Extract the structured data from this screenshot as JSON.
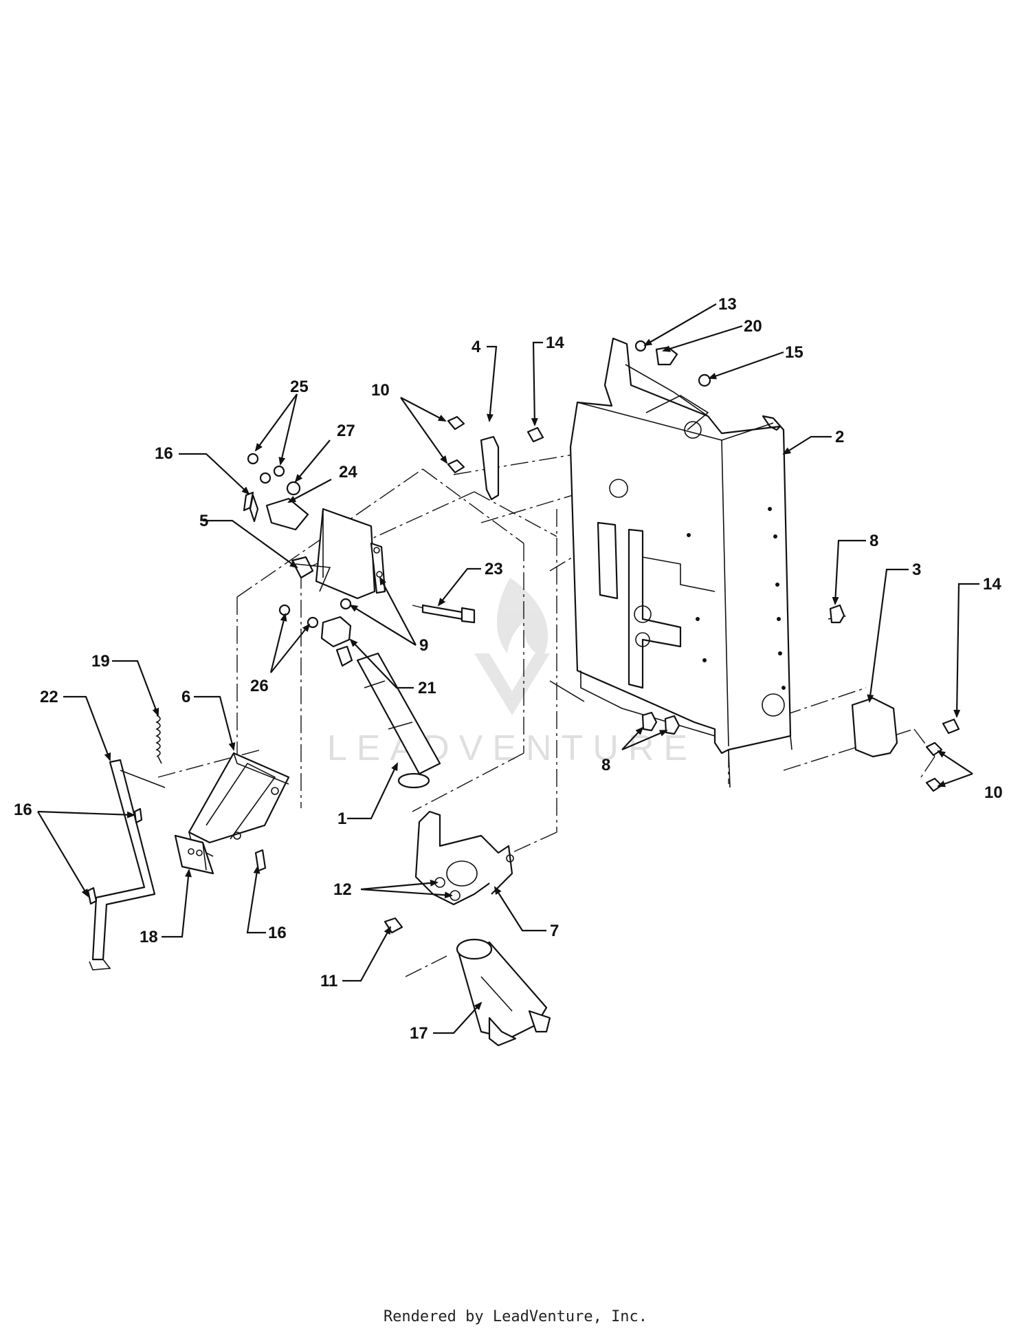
{
  "watermark": {
    "text": "LEADVENTURE"
  },
  "footer": {
    "text": "Rendered by LeadVenture, Inc."
  },
  "callouts": [
    {
      "label": "13"
    },
    {
      "label": "20"
    },
    {
      "label": "15"
    },
    {
      "label": "4"
    },
    {
      "label": "14"
    },
    {
      "label": "10"
    },
    {
      "label": "25"
    },
    {
      "label": "27"
    },
    {
      "label": "16"
    },
    {
      "label": "24"
    },
    {
      "label": "2"
    },
    {
      "label": "5"
    },
    {
      "label": "23"
    },
    {
      "label": "8"
    },
    {
      "label": "3"
    },
    {
      "label": "14"
    },
    {
      "label": "9"
    },
    {
      "label": "26"
    },
    {
      "label": "21"
    },
    {
      "label": "19"
    },
    {
      "label": "6"
    },
    {
      "label": "22"
    },
    {
      "label": "8"
    },
    {
      "label": "10"
    },
    {
      "label": "16"
    },
    {
      "label": "1"
    },
    {
      "label": "12"
    },
    {
      "label": "18"
    },
    {
      "label": "16"
    },
    {
      "label": "7"
    },
    {
      "label": "11"
    },
    {
      "label": "17"
    }
  ]
}
